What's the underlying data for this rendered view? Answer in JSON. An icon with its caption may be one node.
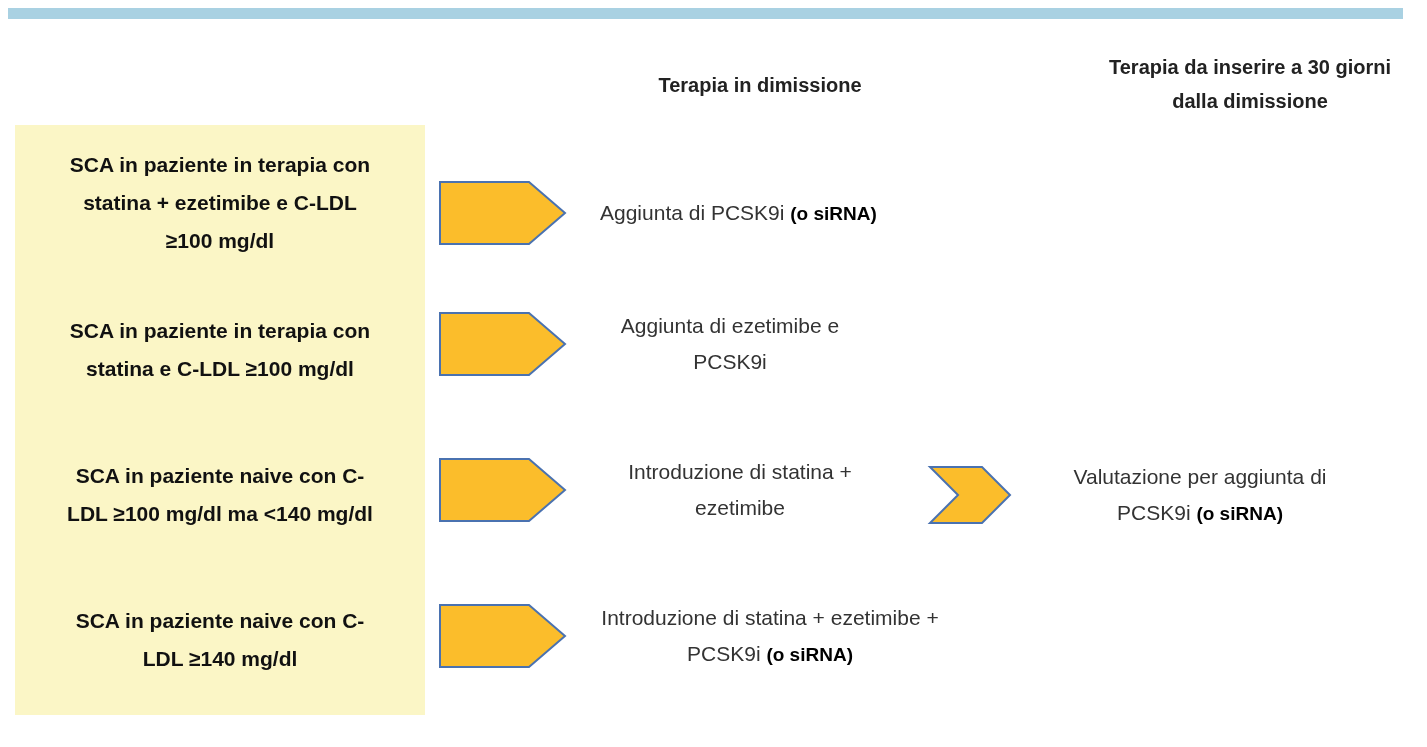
{
  "diagram": {
    "nodes": [
      {
        "text": [],
        "shape": "box"
      },
      {
        "text": [
          "SCA in paziente in terapia con statina + ezetimibe e C-LDL ≥100 mg/dl"
        ],
        "in": 0
      },
      {
        "text": [
          "SCA in paziente in terapia con statina e C-LDL ≥100 mg/dl"
        ],
        "in": 0
      },
      {
        "text": [
          "SCA in paziente naive con C-LDL ≥100 mg/dl ma <140 mg/dl"
        ],
        "in": 0
      },
      {
        "text": [
          "SCA in paziente naive con C-LDL ≥140 mg/dl"
        ],
        "in": 0
      },
      {
        "text": [
          "Aggiunta di PCSK9i  **(o siRNA)**"
        ]
      },
      {
        "text": [
          "Aggiunta di ezetimibe e PCSK9i"
        ]
      },
      {
        "text": [
          "Introduzione di statina + ezetimibe"
        ]
      },
      {
        "text": [
          "Introduzione di statina + ezetimibe + PCSK9i  **(o siRNA)**"
        ]
      },
      {
        "text": [
          "Valutazione per aggiunta di PCSK9i  **(o siRNA)**"
        ]
      }
    ],
    "edges": [
      {
        "from": 1,
        "to": 5,
        "arrow": "to"
      },
      {
        "from": 2,
        "to": 6,
        "arrow": "to"
      },
      {
        "from": 3,
        "to": 7,
        "arrow": "to"
      },
      {
        "from": 4,
        "to": 8,
        "arrow": "to"
      },
      {
        "from": 7,
        "to": 9,
        "arrow": "to"
      }
    ],
    "labels": [
      "Terapia in dimissione",
      "Terapia da inserire a 30 giorni dalla dimissione"
    ]
  }
}
